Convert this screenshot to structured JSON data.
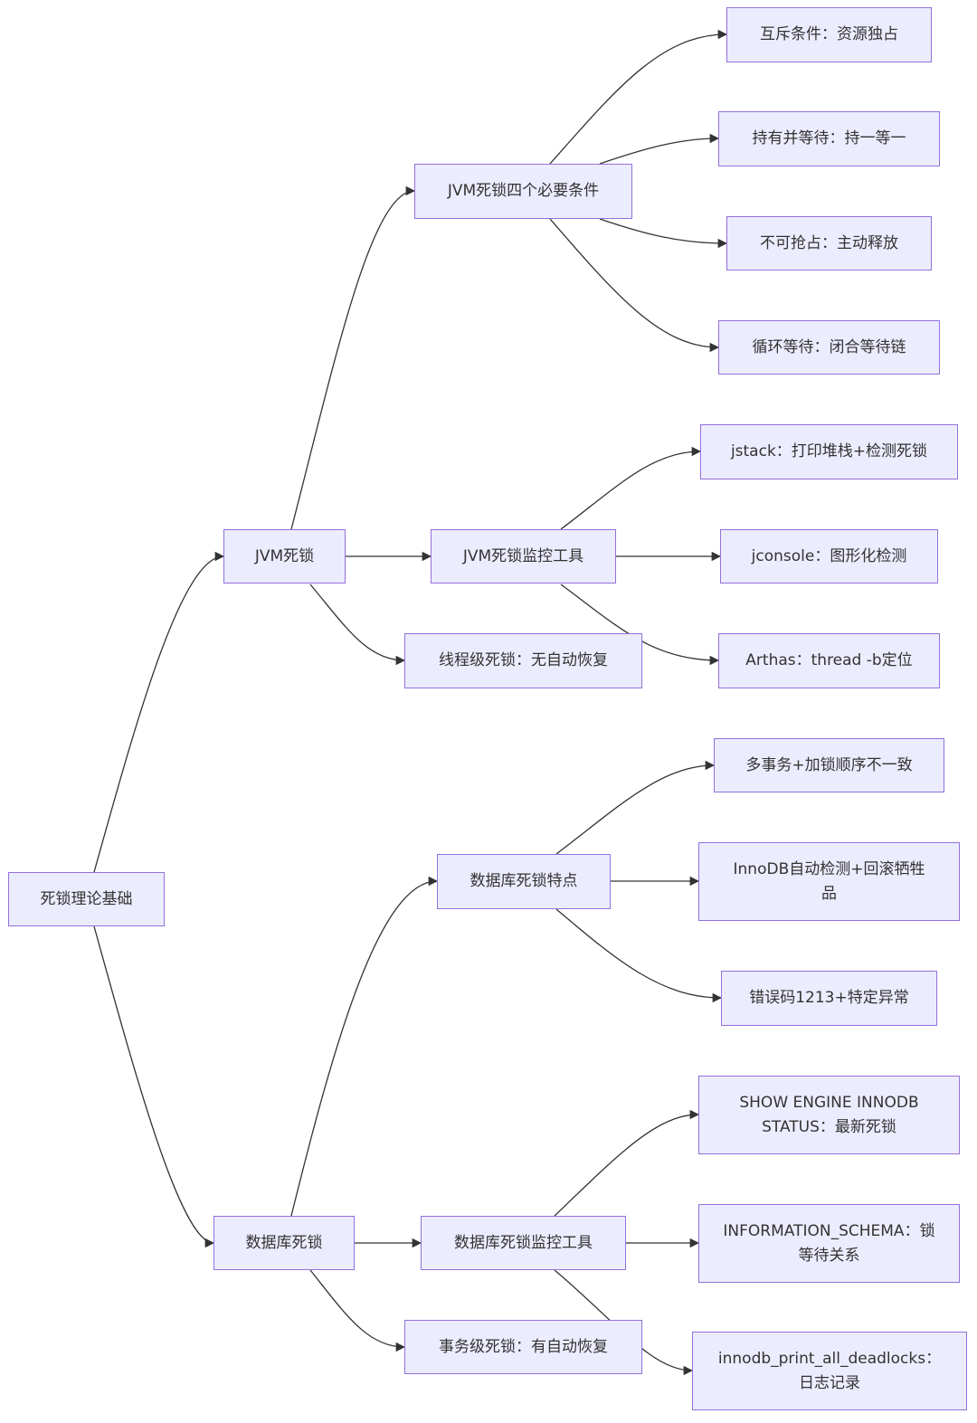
{
  "nodes": {
    "root": "死锁理论基础",
    "jvm": "JVM死锁",
    "db": "数据库死锁",
    "jvm_conditions": "JVM死锁四个必要条件",
    "jvm_tools": "JVM死锁监控工具",
    "jvm_thread_level": "线程级死锁：无自动恢复",
    "cond_mutex": "互斥条件：资源独占",
    "cond_hold_wait": "持有并等待：持一等一",
    "cond_no_preempt": "不可抢占：主动释放",
    "cond_circular": "循环等待：闭合等待链",
    "tool_jstack": "jstack：打印堆栈+检测死锁",
    "tool_jconsole": "jconsole：图形化检测",
    "tool_arthas": "Arthas：thread -b定位",
    "db_features": "数据库死锁特点",
    "db_tools": "数据库死锁监控工具",
    "db_txn_level": "事务级死锁：有自动恢复",
    "feat_multi_txn": "多事务+加锁顺序不一致",
    "feat_innodb": "InnoDB自动检测+回滚牺牲\n品",
    "feat_error_code": "错误码1213+特定异常",
    "dbtool_show_engine": "SHOW ENGINE INNODB\nSTATUS：最新死锁",
    "dbtool_info_schema": "INFORMATION_SCHEMA：锁\n等待关系",
    "dbtool_print_all": "innodb_print_all_deadlocks：\n日志记录"
  },
  "colors": {
    "node_fill": "#ECECFF",
    "node_border": "#9370DB",
    "edge": "#333333",
    "text": "#333333"
  }
}
